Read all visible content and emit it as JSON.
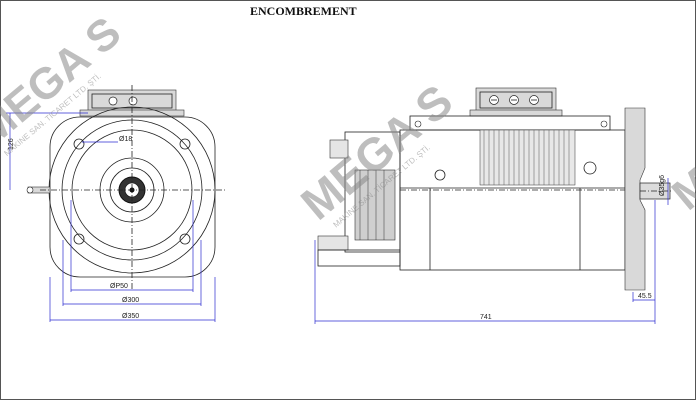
{
  "drawing": {
    "title": "ENCOMBREMENT",
    "front_view": {
      "dims": {
        "bolt_hole": "Ø18",
        "spigot": "ØP50",
        "pcd": "Ø300",
        "outer": "Ø350",
        "height": "126"
      }
    },
    "side_view": {
      "dims": {
        "length": "741",
        "shaft_end": "45.5",
        "shaft_dia": "Ø35g6"
      }
    },
    "watermark": {
      "brand": "MEGA S",
      "subtitle": "MAKINE SAN. TİCARET LTD. ŞTİ."
    }
  }
}
